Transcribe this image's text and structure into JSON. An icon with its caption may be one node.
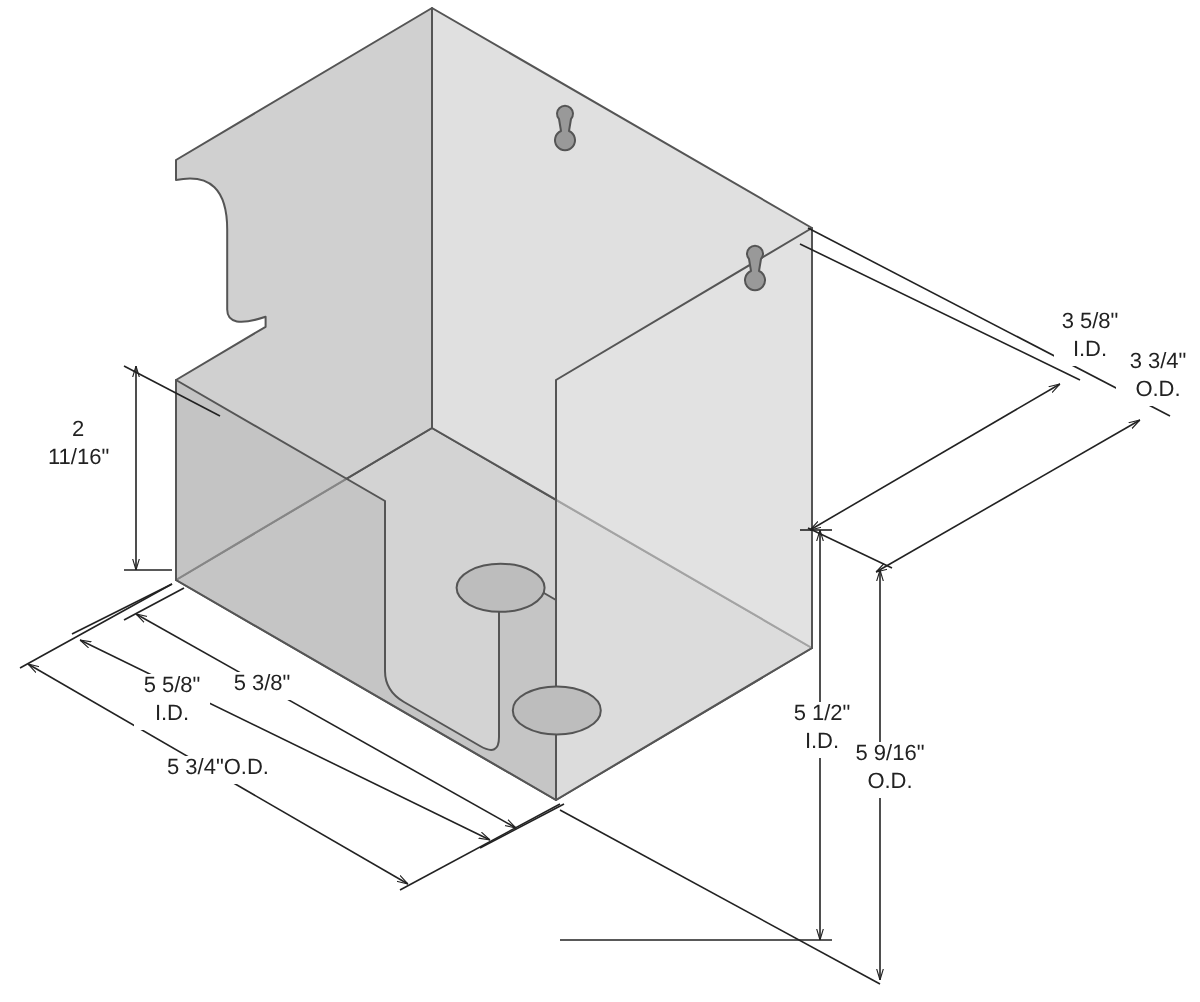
{
  "diagram": {
    "labels": [
      "2 11/16\"",
      "5 5/8\" I.D.",
      "5 3/8\"",
      "5 3/4\"O.D.",
      "5 1/2\" I.D.",
      "5 9/16\" O.D.",
      "3 5/8\" I.D.",
      "3 3/4\" O.D."
    ]
  }
}
